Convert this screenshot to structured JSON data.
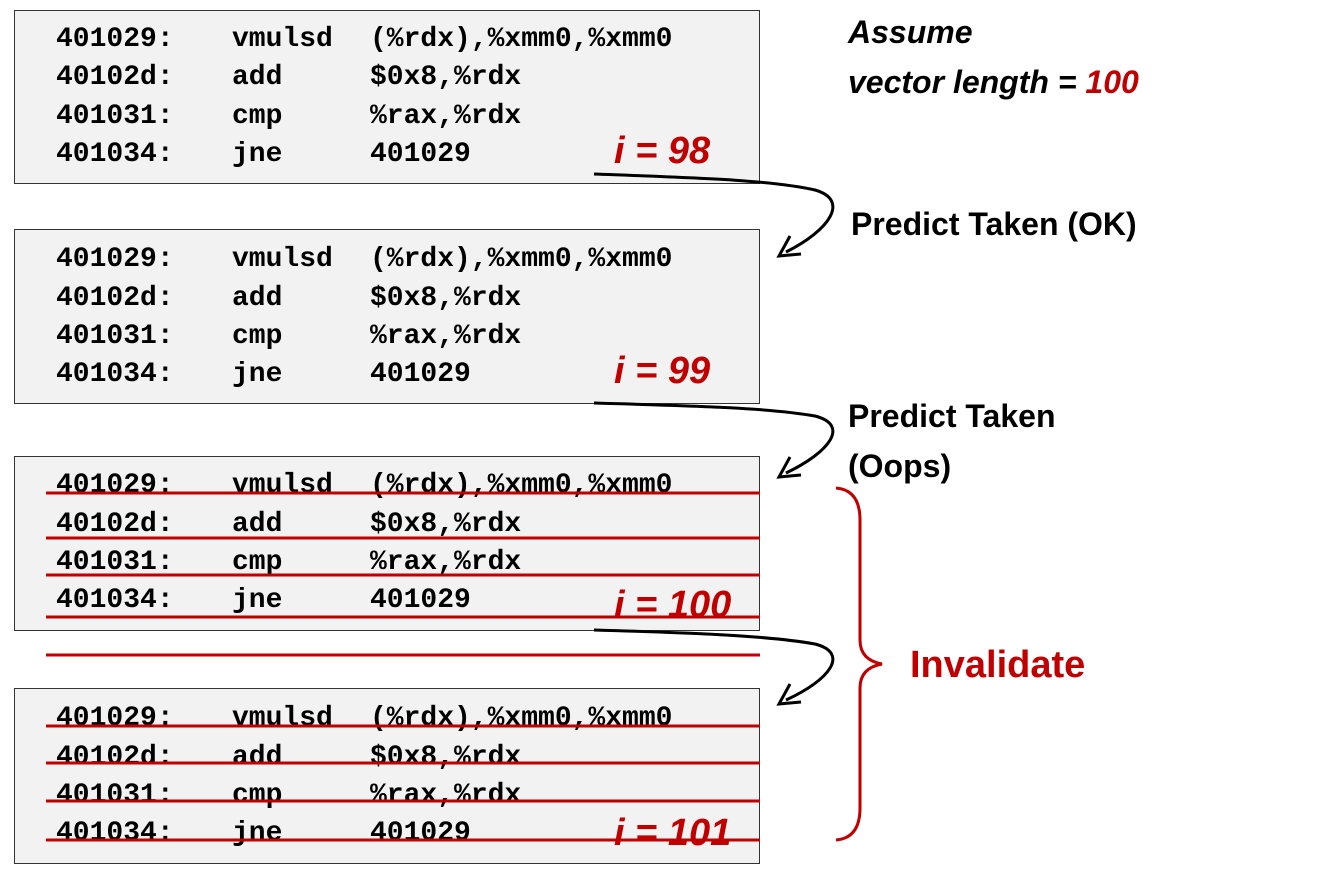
{
  "note": {
    "line1": "Assume",
    "line2_prefix": "vector length = ",
    "line2_value": "100"
  },
  "blocks": [
    {
      "iteration_label": "i = 98",
      "invalidated": false,
      "lines": [
        {
          "addr": "401029:",
          "op": "vmulsd",
          "args": "(%rdx),%xmm0,%xmm0"
        },
        {
          "addr": "40102d:",
          "op": "add",
          "args": "$0x8,%rdx"
        },
        {
          "addr": "401031:",
          "op": "cmp",
          "args": "%rax,%rdx"
        },
        {
          "addr": "401034:",
          "op": "jne",
          "args": "401029"
        }
      ]
    },
    {
      "iteration_label": "i = 99",
      "invalidated": false,
      "lines": [
        {
          "addr": "401029:",
          "op": "vmulsd",
          "args": "(%rdx),%xmm0,%xmm0"
        },
        {
          "addr": "40102d:",
          "op": "add",
          "args": "$0x8,%rdx"
        },
        {
          "addr": "401031:",
          "op": "cmp",
          "args": "%rax,%rdx"
        },
        {
          "addr": "401034:",
          "op": "jne",
          "args": "401029"
        }
      ]
    },
    {
      "iteration_label": "i = 100",
      "invalidated": true,
      "lines": [
        {
          "addr": "401029:",
          "op": "vmulsd",
          "args": "(%rdx),%xmm0,%xmm0"
        },
        {
          "addr": "40102d:",
          "op": "add",
          "args": "$0x8,%rdx"
        },
        {
          "addr": "401031:",
          "op": "cmp",
          "args": "%rax,%rdx"
        },
        {
          "addr": "401034:",
          "op": "jne",
          "args": "401029"
        }
      ]
    },
    {
      "iteration_label": "i = 101",
      "invalidated": true,
      "lines": [
        {
          "addr": "401029:",
          "op": "vmulsd",
          "args": "(%rdx),%xmm0,%xmm0"
        },
        {
          "addr": "40102d:",
          "op": "add",
          "args": "$0x8,%rdx"
        },
        {
          "addr": "401031:",
          "op": "cmp",
          "args": "%rax,%rdx"
        },
        {
          "addr": "401034:",
          "op": "jne",
          "args": "401029"
        }
      ]
    }
  ],
  "transitions": [
    {
      "label_line1": "Predict Taken (OK)",
      "label_line2": ""
    },
    {
      "label_line1": "Predict Taken",
      "label_line2": "(Oops)"
    }
  ],
  "invalidate_label": "Invalidate",
  "colors": {
    "accent": "#c00000",
    "box_fill": "#f2f2f2",
    "box_border": "#333333"
  }
}
